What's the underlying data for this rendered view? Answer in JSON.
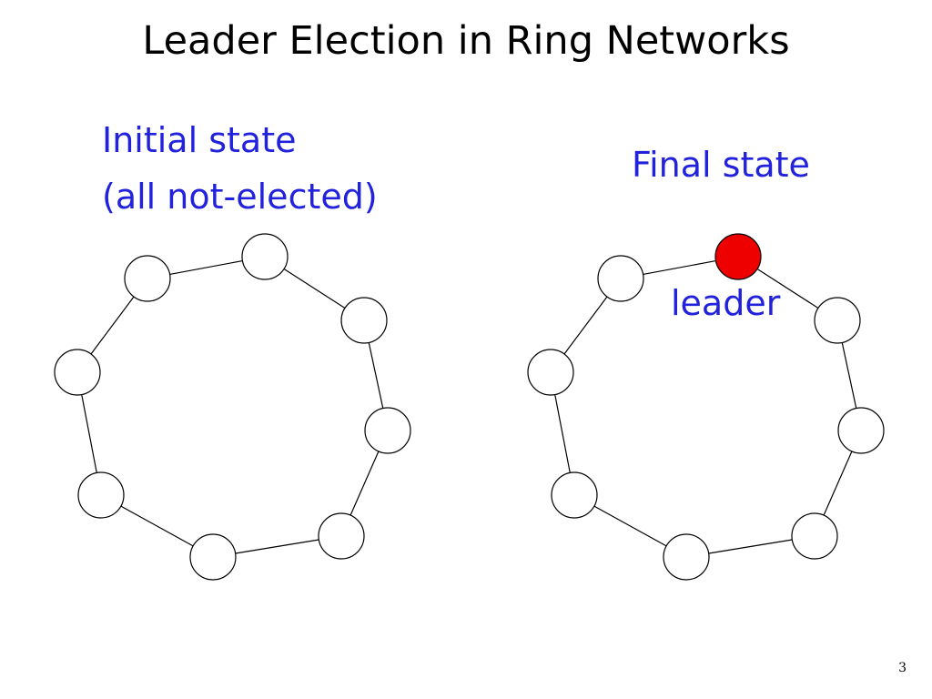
{
  "slide": {
    "title": "Leader Election in Ring Networks",
    "page_number": "3"
  },
  "initial_ring": {
    "caption_line1": "Initial state",
    "caption_line2": "(all not-elected)",
    "node_count": 8,
    "leader_index": null
  },
  "final_ring": {
    "caption": "Final state",
    "leader_label": "leader",
    "node_count": 8,
    "leader_index": 0
  },
  "colors": {
    "caption": "#2222dd",
    "node_fill": "#ffffff",
    "node_stroke": "#000000",
    "leader_fill": "#ee0000",
    "edge": "#000000"
  }
}
